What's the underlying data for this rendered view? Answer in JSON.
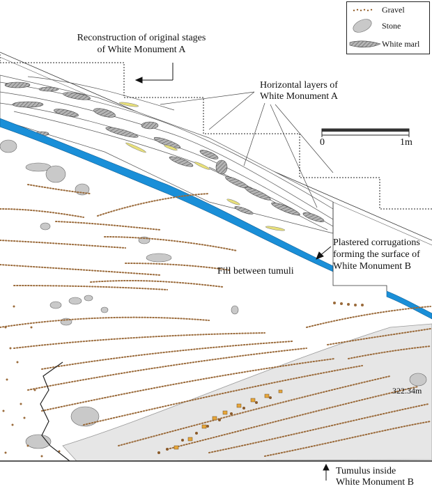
{
  "legend": {
    "items": [
      {
        "label": "Gravel",
        "icon": "gravel-symbol-icon"
      },
      {
        "label": "Stone",
        "icon": "stone-symbol-icon"
      },
      {
        "label": "White marl",
        "icon": "white-marl-symbol-icon"
      }
    ]
  },
  "scale_bar": {
    "start_label": "0",
    "end_label": "1m"
  },
  "annotations": {
    "reconstruction": [
      "Reconstruction of original stages",
      "of White Monument A"
    ],
    "horizontal_layers": [
      "Horizontal layers of",
      "White Monument A"
    ],
    "plastered": [
      "Plastered corrugations",
      "forming the surface of",
      "White Monument B"
    ],
    "fill": "Fill between tumuli",
    "elevation": "322.34m",
    "tumulus": [
      "Tumulus inside",
      "White Monument B"
    ]
  },
  "colors": {
    "plaster_blue": "#1a8fd8",
    "marl_gray": "#8a8a8a",
    "stone_gray": "#c9c9c9",
    "tumulus_fill": "#e6e6e6",
    "gravel_brown": "#9a6a3a",
    "gravel_orange": "#e7a63a",
    "yellow_lens": "#e8e07a",
    "ink": "#222222"
  }
}
